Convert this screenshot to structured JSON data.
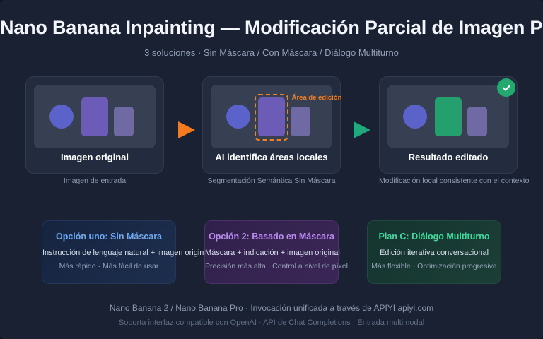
{
  "header": {
    "title": "Nano Banana Inpainting — Modificación Parcial de Imagen Panorámica",
    "subtitle": "3 soluciones · Sin Máscara / Con Máscara / Diálogo Multiturno"
  },
  "flow": {
    "stages": [
      {
        "label": "Imagen original",
        "caption": "Imagen de entrada"
      },
      {
        "label": "AI identifica áreas locales",
        "caption": "Segmentación Semántica Sin Máscara",
        "mask_label": "Área de edición"
      },
      {
        "label": "Resultado editado",
        "caption": "Modificación local consistente con el contexto"
      }
    ],
    "arrows": [
      {
        "name": "arrow-original-to-ai",
        "color": "#f47b20"
      },
      {
        "name": "arrow-ai-to-result",
        "color": "#1fa97c"
      }
    ],
    "shape_colors": {
      "circle": "#5b63ca",
      "rect_big": "#6d5bb8",
      "rect_big_edited": "#23a06e",
      "rect_small": "#6f6aa3"
    },
    "mask_color": "#f28024",
    "badge_color": "#24a870"
  },
  "options": [
    {
      "title": "Opción uno: Sin Máscara",
      "body": "Instrucción de lenguaje natural + imagen original",
      "meta": "Más rápido · Más fácil de usar",
      "accent": "#6ea8f0"
    },
    {
      "title": "Opción 2: Basado en Máscara",
      "body": "Máscara + indicación + imagen original",
      "meta": "Precisión más alta · Control a nivel de píxel",
      "accent": "#b98bf0"
    },
    {
      "title": "Plan C: Diálogo Multiturno",
      "body": "Edición iterativa conversacional",
      "meta": "Más flexible · Optimización progresiva",
      "accent": "#3ddda0"
    }
  ],
  "footer": {
    "line1": "Nano Banana 2 / Nano Banana Pro · Invocación unificada a través de APIYI apiyi.com",
    "line2": "Soporta interfaz compatible con OpenAI · API de Chat Completions · Entrada multimodal"
  }
}
